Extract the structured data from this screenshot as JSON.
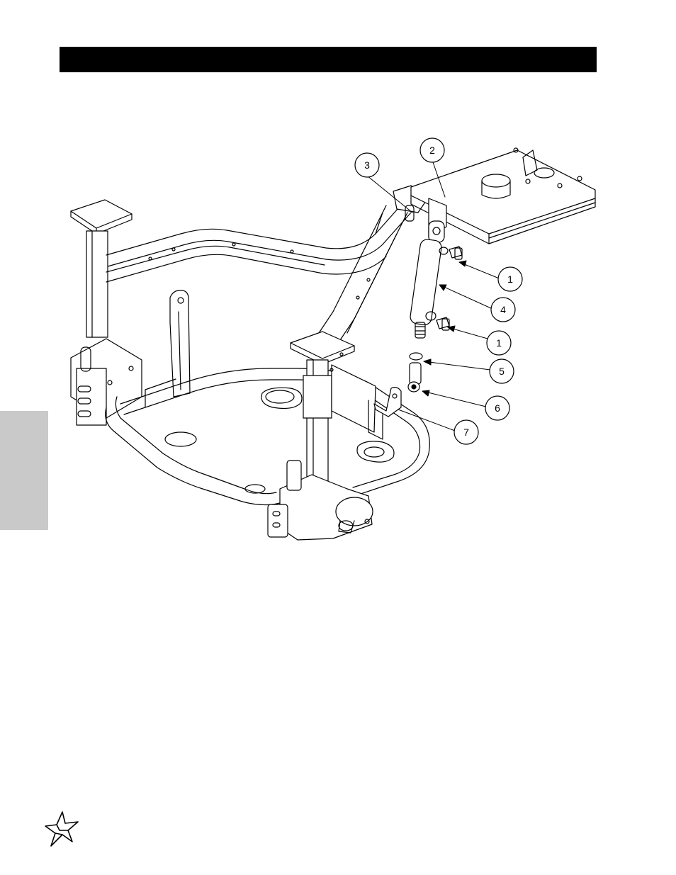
{
  "callouts": [
    {
      "id": "1a",
      "label": "1"
    },
    {
      "id": "1b",
      "label": "1"
    },
    {
      "id": "2",
      "label": "2"
    },
    {
      "id": "3",
      "label": "3"
    },
    {
      "id": "4",
      "label": "4"
    },
    {
      "id": "5",
      "label": "5"
    },
    {
      "id": "6",
      "label": "6"
    },
    {
      "id": "7",
      "label": "7"
    }
  ],
  "colors": {
    "header": "#000000",
    "side_tab": "#c9c9c9",
    "line": "#000000"
  },
  "icons": {
    "logo": "star-logo-icon"
  }
}
